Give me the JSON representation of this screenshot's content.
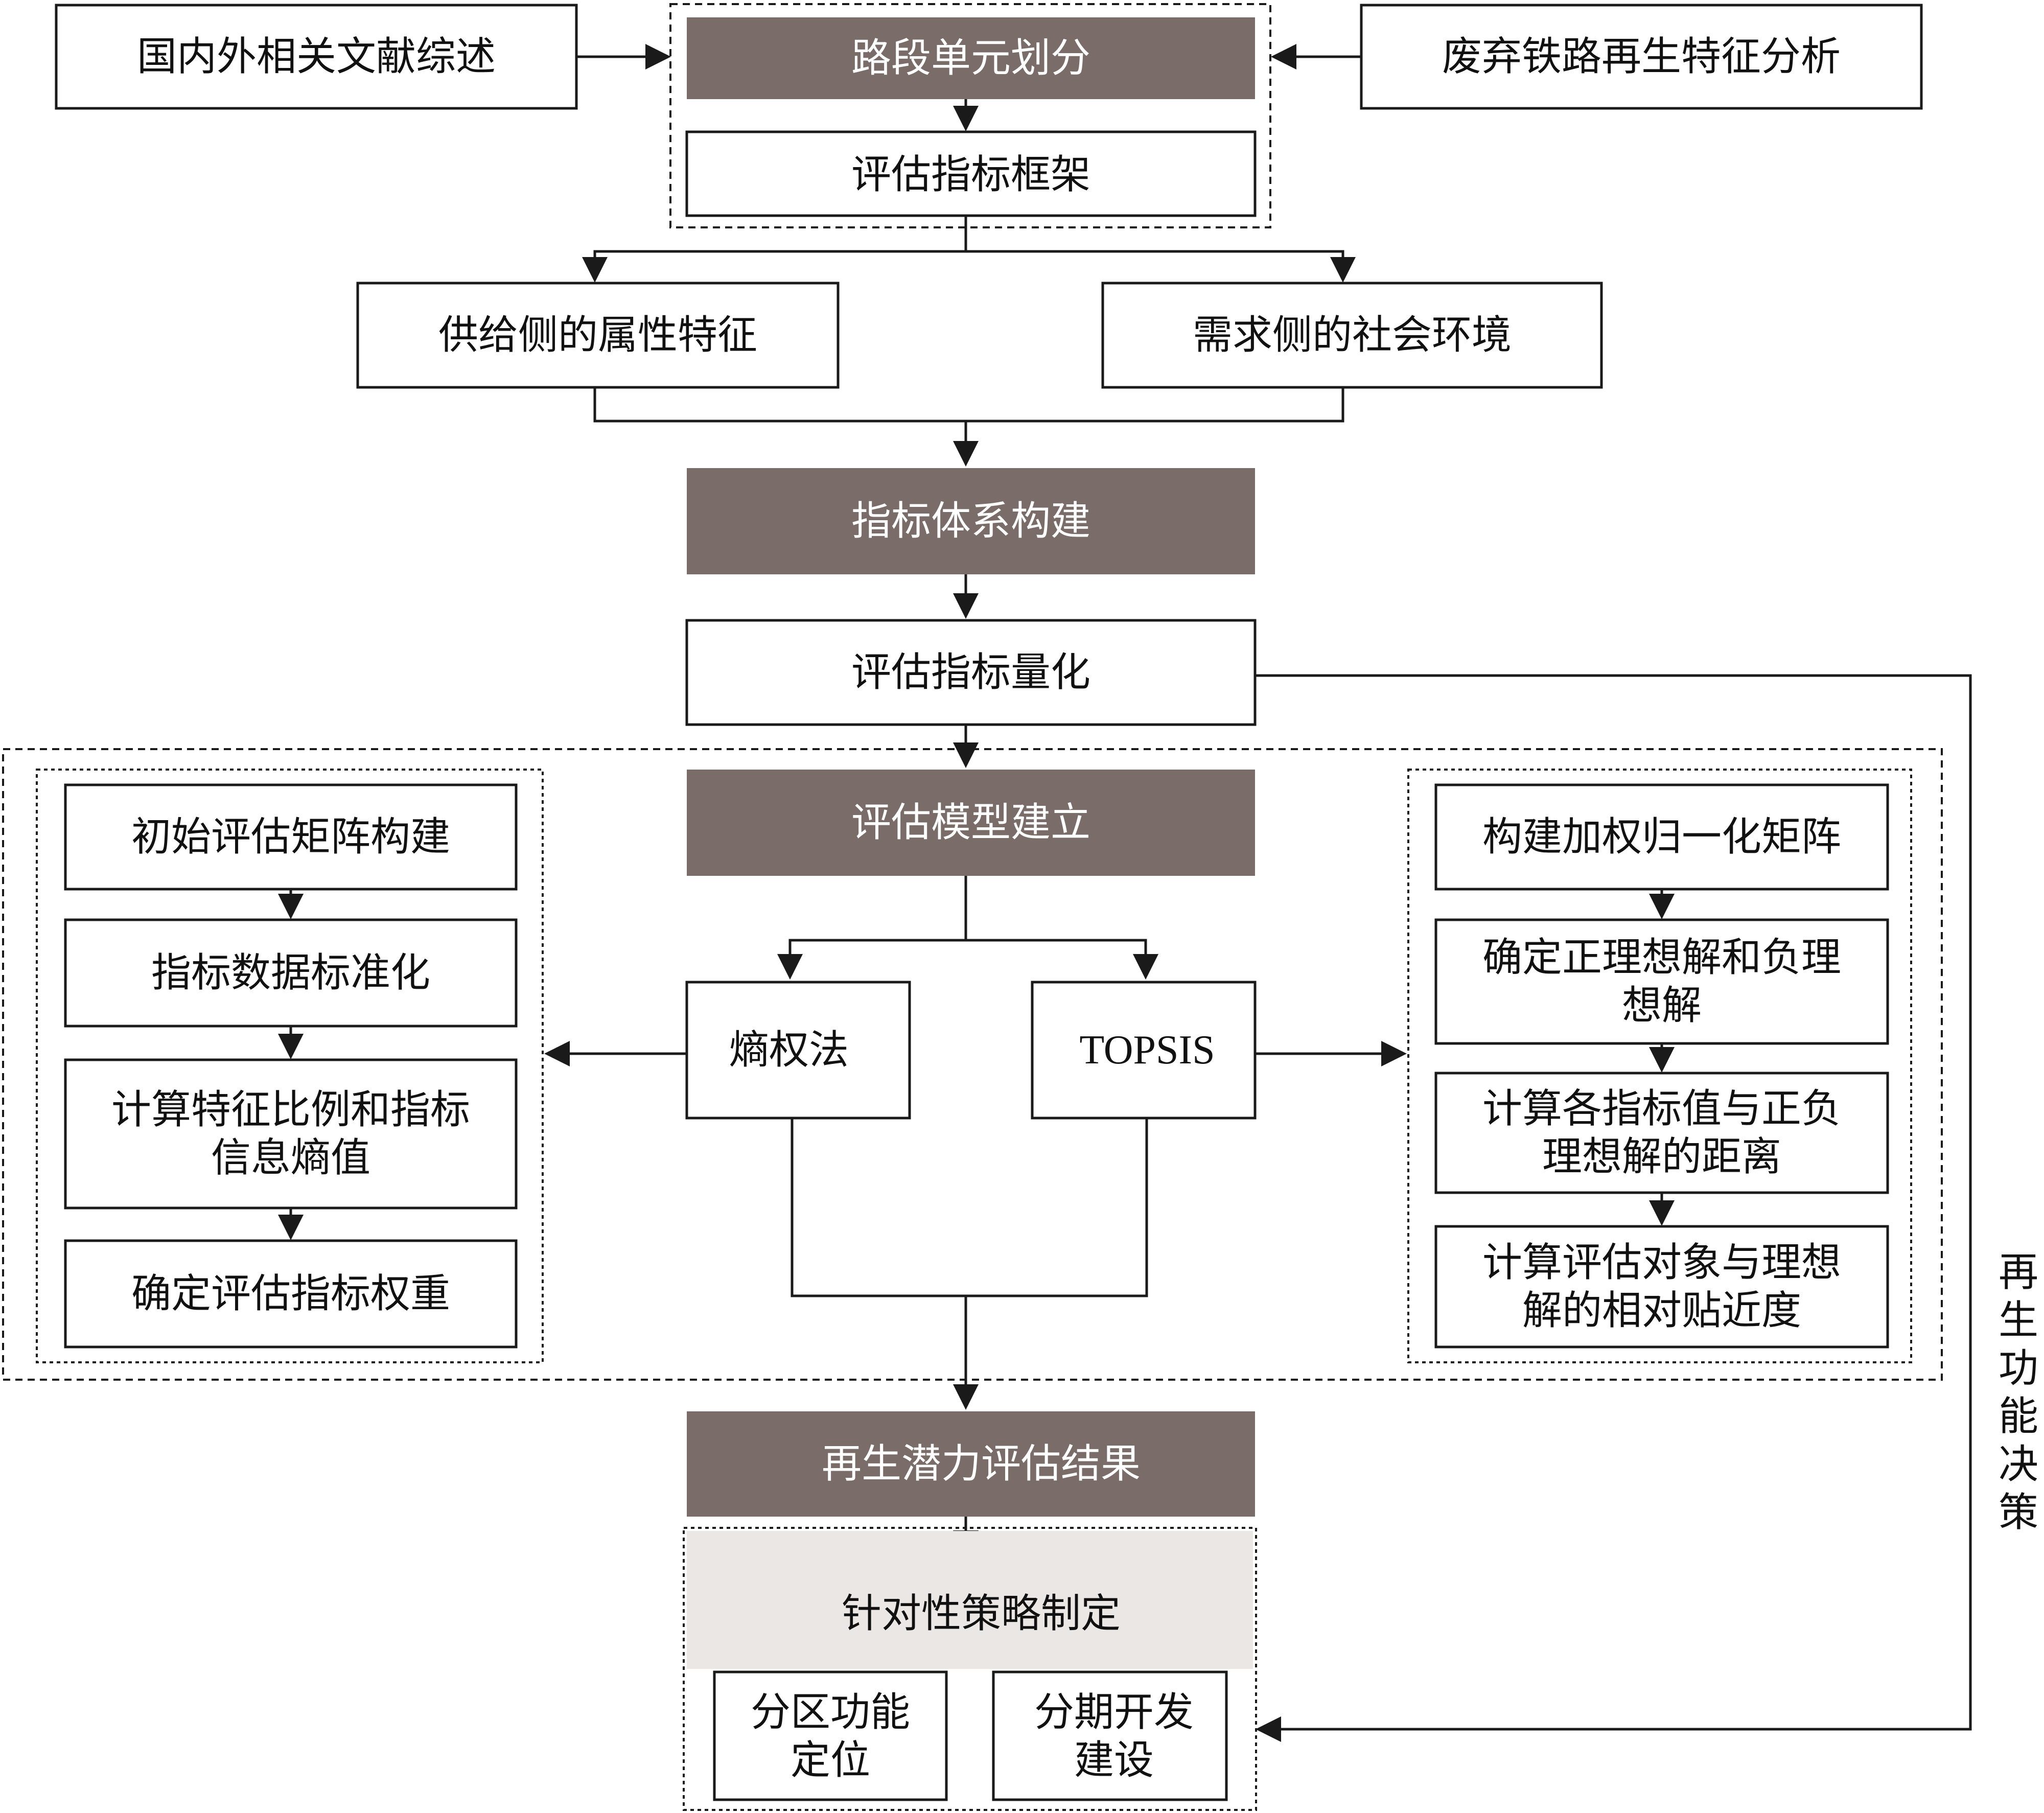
{
  "inputs": {
    "literature": "国内外相关文献综述",
    "regeneration_features": "废弃铁路再生特征分析"
  },
  "framework": {
    "segmentation": "路段单元划分",
    "indicator_framework": "评估指标框架"
  },
  "sides": {
    "supply": "供给侧的属性特征",
    "demand": "需求侧的社会环境"
  },
  "system_build": "指标体系构建",
  "quantify": "评估指标量化",
  "model": {
    "title": "评估模型建立",
    "entropy": "熵权法",
    "topsis": "TOPSIS"
  },
  "entropy_steps": [
    [
      "初始评估矩阵构建"
    ],
    [
      "指标数据标准化"
    ],
    [
      "计算特征比例和指标",
      "信息熵值"
    ],
    [
      "确定评估指标权重"
    ]
  ],
  "topsis_steps": [
    [
      "构建加权归一化矩阵"
    ],
    [
      "确定正理想解和负理",
      "想解"
    ],
    [
      "计算各指标值与正负",
      "理想解的距离"
    ],
    [
      "计算评估对象与理想",
      "解的相对贴近度"
    ]
  ],
  "result": "再生潜力评估结果",
  "strategy": {
    "title": "针对性策略制定",
    "zoning": [
      "分区功能",
      "定位"
    ],
    "phasing": [
      "分期开发",
      "建设"
    ]
  },
  "side_label": [
    "再",
    "生",
    "功",
    "能",
    "决",
    "策"
  ]
}
